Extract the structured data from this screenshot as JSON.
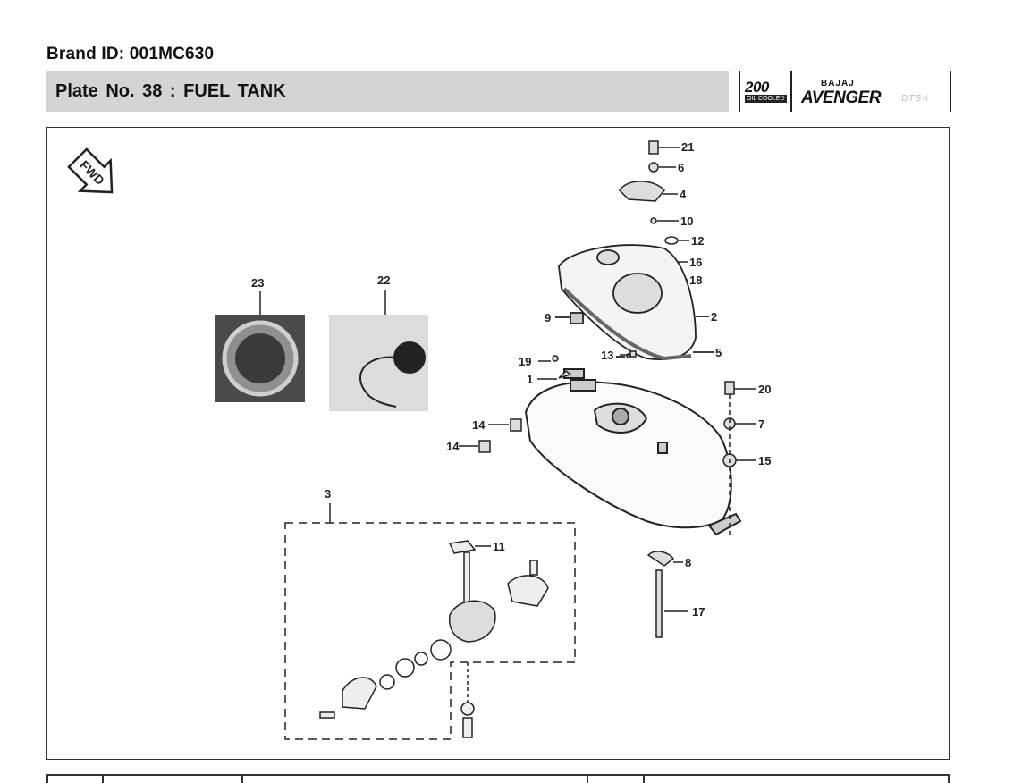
{
  "header": {
    "brand_id": "Brand ID: 001MC630",
    "plate_title": "Plate No.  38  : FUEL TANK"
  },
  "logo": {
    "model_number": "200",
    "model_sub": "OIL COOLED",
    "maker": "BAJAJ",
    "model_name": "AVENGER",
    "variant": "DTS-i"
  },
  "diagram": {
    "fwd_label": "FWD",
    "callouts": [
      "21",
      "6",
      "4",
      "10",
      "12",
      "16",
      "18",
      "2",
      "5",
      "9",
      "13",
      "19",
      "1",
      "20",
      "7",
      "15",
      "14",
      "14",
      "3",
      "11",
      "8",
      "17",
      "23",
      "22"
    ]
  }
}
